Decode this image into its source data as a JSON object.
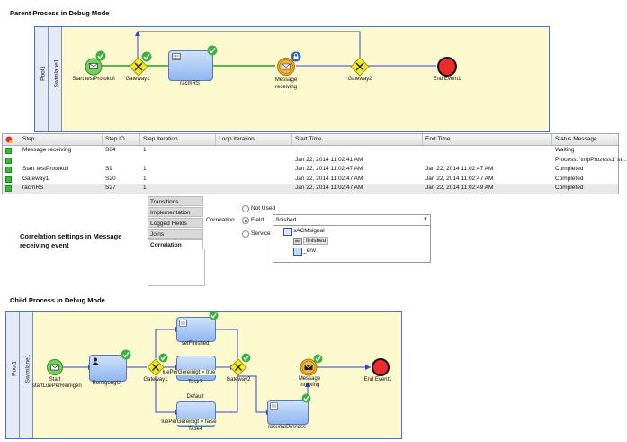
{
  "parent": {
    "title": "Parent Process in Debug Mode",
    "pool_label": "Pool1",
    "lane_label": "Swimlane1",
    "nodes": {
      "start": "Start testProtokoll",
      "gateway1": "Gateway1",
      "task": "racmRS",
      "message": "Message receiving",
      "gateway2": "Gateway2",
      "end": "End Event1"
    }
  },
  "table": {
    "columns": [
      "Step",
      "Step ID",
      "Step Iteration",
      "Loop Iteration",
      "Start Time",
      "End Time",
      "Status Message"
    ],
    "rows": [
      {
        "step": "Message receiving",
        "id": "S64",
        "iter": "1",
        "loop": "",
        "start": "",
        "end": "",
        "status": "Waiting"
      },
      {
        "step": "",
        "id": "",
        "iter": "",
        "loop": "",
        "start": "Jan 22, 2014 11:02:41 AM",
        "end": "",
        "status": "Process: 'tmpProzess1' st..."
      },
      {
        "step": "Start testProtokoll",
        "id": "S9",
        "iter": "1",
        "loop": "",
        "start": "Jan 22, 2014 11:02:47 AM",
        "end": "Jan 22, 2014 11:02:47 AM",
        "status": "Completed"
      },
      {
        "step": "Gateway1",
        "id": "S20",
        "iter": "1",
        "loop": "",
        "start": "Jan 22, 2014 11:02:47 AM",
        "end": "Jan 22, 2014 11:02:47 AM",
        "status": "Completed"
      },
      {
        "step": "racmRS",
        "id": "S27",
        "iter": "1",
        "loop": "",
        "start": "Jan 22, 2014 11:02:47 AM",
        "end": "Jan 22, 2014 11:02:49 AM",
        "status": "Completed"
      }
    ]
  },
  "settings": {
    "caption": "Correlation settings in Message receiving event",
    "tabs": [
      "Transitions",
      "Implementation",
      "Logged Fields",
      "Joins",
      "Correlation"
    ],
    "correlation_label": "Correlation",
    "options": [
      "Not Used",
      "Field",
      "Service"
    ],
    "field_value": "finished",
    "tree": {
      "root": "sACMsignal",
      "child": "finished",
      "env": "_env"
    }
  },
  "child": {
    "title": "Child Process in Debug Mode",
    "pool_label": "Pool1",
    "lane_label": "Swimlane1",
    "nodes": {
      "start": "Start startLuePerReinigen",
      "reinigung": "ReinigungUI",
      "gateway1": "Gateway1",
      "setfinished": "setFinished",
      "task3": "Task3",
      "cond_true": "luePerGereinigt = true",
      "default": "Default",
      "cond_false": "luePerGereinigt = false",
      "task4": "Task4",
      "gateway2": "Gateway2",
      "resume": "resumeProcess",
      "message": "Message throwing",
      "end": "End Event1"
    }
  },
  "colors": {
    "accent": "#3355dd",
    "bpmn_bg": "#fdf9cf",
    "success": "#3cb043",
    "end_event": "#e52222"
  }
}
